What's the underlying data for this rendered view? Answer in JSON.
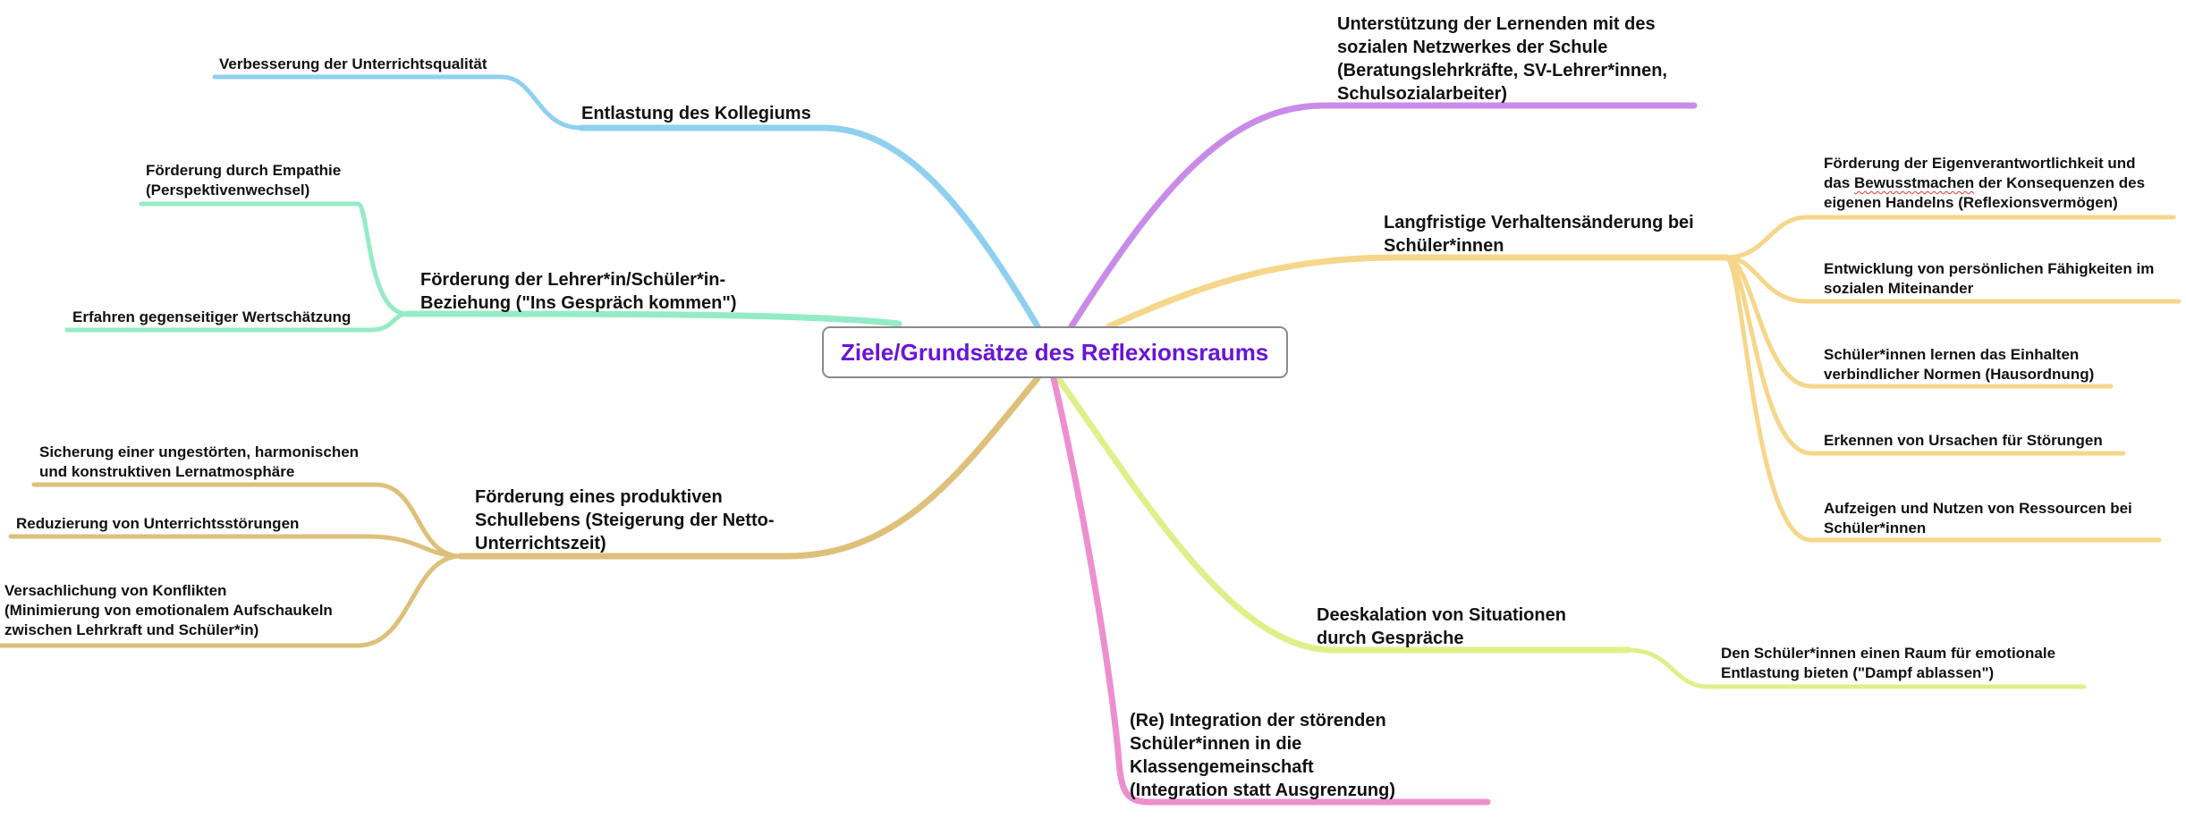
{
  "root": "Ziele/Grundsätze des Reflexionsraums",
  "branches": [
    {
      "label": "Entlastung des Kollegiums",
      "color": "#8fd0ef",
      "children": [
        "Verbesserung der Unterrichtsqualität"
      ]
    },
    {
      "label": "Förderung der Lehrer*in/Schüler*in-\nBeziehung (\"Ins Gespräch kommen\")",
      "color": "#93ecc6",
      "children": [
        "Förderung durch Empathie\n(Perspektivenwechsel)",
        "Erfahren gegenseitiger Wertschätzung"
      ]
    },
    {
      "label": "Förderung eines produktiven\nSchullebens (Steigerung der Netto-\nUnterrichtszeit)",
      "color": "#dec07a",
      "children": [
        "Sicherung einer ungestörten, harmonischen\nund konstruktiven Lernatmosphäre",
        "Reduzierung von Unterrichtsstörungen",
        "Versachlichung von Konflikten\n(Minimierung von emotionalem Aufschaukeln\nzwischen Lehrkraft und Schüler*in)"
      ]
    },
    {
      "label": "Unterstützung der Lernenden mit des\nsozialen Netzwerkes der Schule\n(Beratungslehrkräfte, SV-Lehrer*innen,\nSchulsozialarbeiter)",
      "color": "#c98be9",
      "children": []
    },
    {
      "label": "Langfristige Verhaltensänderung bei\nSchüler*innen",
      "color": "#f6d68a",
      "children": [
        "Förderung der Eigenverantwortlichkeit und\ndas Bewusstmachen der Konsequenzen des\neigenen Handelns (Reflexionsvermögen)",
        "Entwicklung von persönlichen Fähigkeiten im\nsozialen Miteinander",
        "Schüler*innen lernen das Einhalten\nverbindlicher Normen (Hausordnung)",
        "Erkennen von Ursachen für Störungen",
        "Aufzeigen und Nutzen von Ressourcen bei\nSchüler*innen"
      ]
    },
    {
      "label": "Deeskalation von Situationen\ndurch Gespräche",
      "color": "#dff08a",
      "children": [
        "Den Schüler*innen einen Raum für emotionale\nEntlastung bieten (\"Dampf ablassen\")"
      ]
    },
    {
      "label": "(Re) Integration der störenden\nSchüler*innen in die\nKlassengemeinschaft\n(Integration statt Ausgrenzung)",
      "color": "#ec8fcf",
      "children": []
    }
  ]
}
